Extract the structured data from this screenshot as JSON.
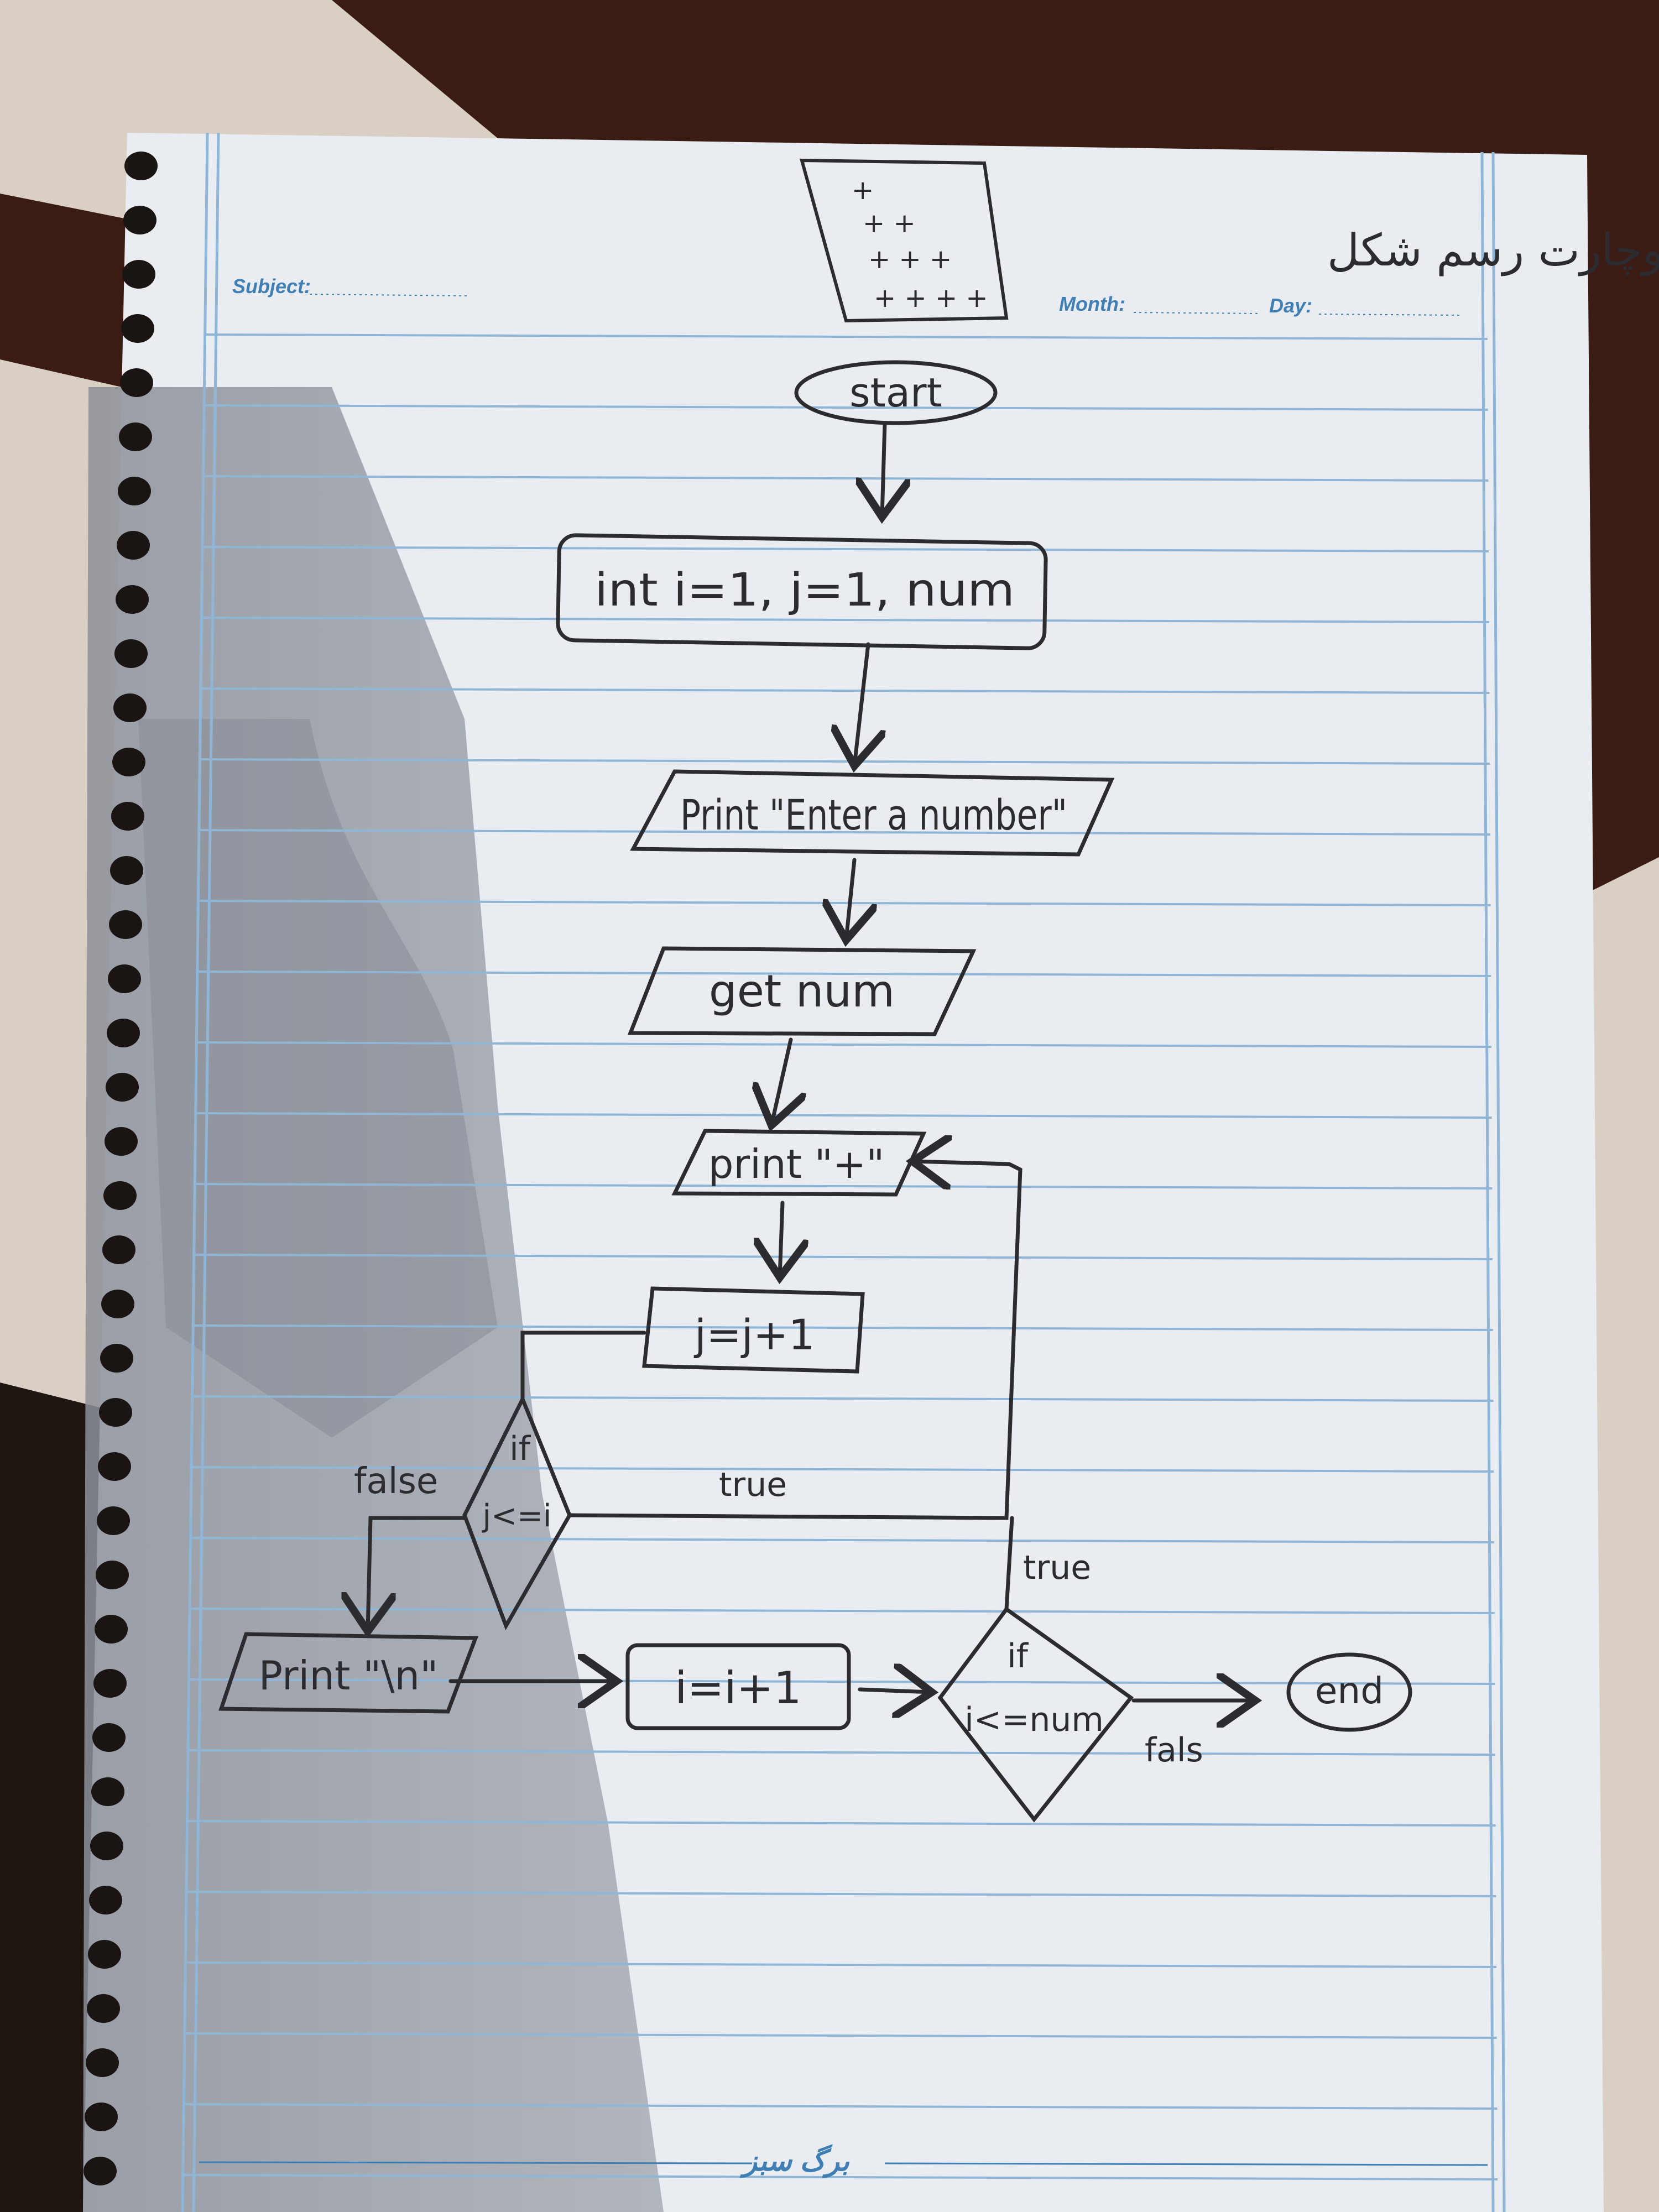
{
  "header": {
    "subject_label": "Subject:",
    "month_label": "Month:",
    "day_label": "Day:",
    "title_fa": "فلوچارت رسم شکل",
    "pattern_rows": [
      "+",
      "+ +",
      "+ + +",
      "+ + + +"
    ]
  },
  "flowchart": {
    "start": "start",
    "init": "int i=1, j=1, num",
    "prompt": "Print \"Enter a number\"",
    "input": "get num",
    "print_plus": "print \"+\"",
    "increment_j": "j=j+1",
    "decision_j_if": "if",
    "decision_j_cond": "j<=i",
    "print_newline": "Print \"\\n\"",
    "increment_i": "i=i+1",
    "decision_i_if": "if",
    "decision_i_cond": "i<=num",
    "end": "end",
    "label_false_j": "false",
    "label_true_j": "true",
    "label_true_i": "true",
    "label_false_i": "fals"
  },
  "footer": {
    "brand": "برگ سبز"
  },
  "colors": {
    "paper": "#e9edf2",
    "rule_line": "#8fb6d6",
    "ink": "#2b2b30",
    "shadow": "#9aa0aa",
    "blanket_dark": "#3a1c14",
    "blanket_light": "#d9cfc4"
  }
}
